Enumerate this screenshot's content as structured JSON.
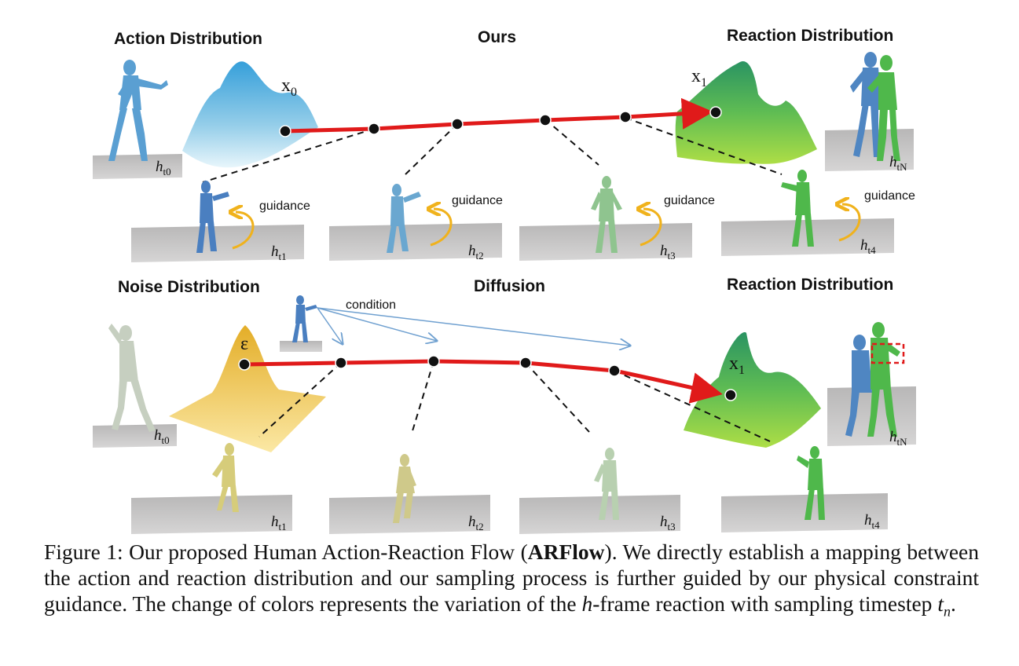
{
  "top": {
    "left_title": "Action Distribution",
    "center_title": "Ours",
    "right_title": "Reaction Distribution",
    "start_label": "x",
    "start_sub": "0",
    "end_label": "x",
    "end_sub": "1",
    "guidance_label": "guidance",
    "frames": [
      {
        "h": "h",
        "sub": "t0"
      },
      {
        "h": "h",
        "sub": "t1"
      },
      {
        "h": "h",
        "sub": "t2"
      },
      {
        "h": "h",
        "sub": "t3"
      },
      {
        "h": "h",
        "sub": "t4"
      },
      {
        "h": "h",
        "sub": "tN"
      }
    ]
  },
  "bottom": {
    "left_title": "Noise Distribution",
    "center_title": "Diffusion",
    "right_title": "Reaction Distribution",
    "start_label": "ε",
    "end_label": "x",
    "end_sub": "1",
    "condition_label": "condition",
    "frames": [
      {
        "h": "h",
        "sub": "t0"
      },
      {
        "h": "h",
        "sub": "t1"
      },
      {
        "h": "h",
        "sub": "t2"
      },
      {
        "h": "h",
        "sub": "t3"
      },
      {
        "h": "h",
        "sub": "t4"
      },
      {
        "h": "h",
        "sub": "tN"
      }
    ]
  },
  "caption": {
    "prefix": "Figure 1: Our proposed Human Action-Reaction Flow (",
    "bold": "ARFlow",
    "middle": "). We directly establish a mapping between the action and reaction distribution and our sampling process is further guided by our physical constraint guidance. The change of colors represents the variation of the ",
    "math_h": "h",
    "after_h": "-frame reaction with sampling timestep ",
    "math_t": "t",
    "math_n": "n",
    "end": "."
  },
  "colors": {
    "trajectory": "#e01a1a",
    "guidance_arrow": "#f0b21c",
    "condition_arrow": "#6fa0d0",
    "action_blue": "#5a9fd2",
    "reaction_green": "#4fb84b",
    "noise_yellow": "#f2cf5f",
    "ground_gray": "#c9c8c8"
  }
}
